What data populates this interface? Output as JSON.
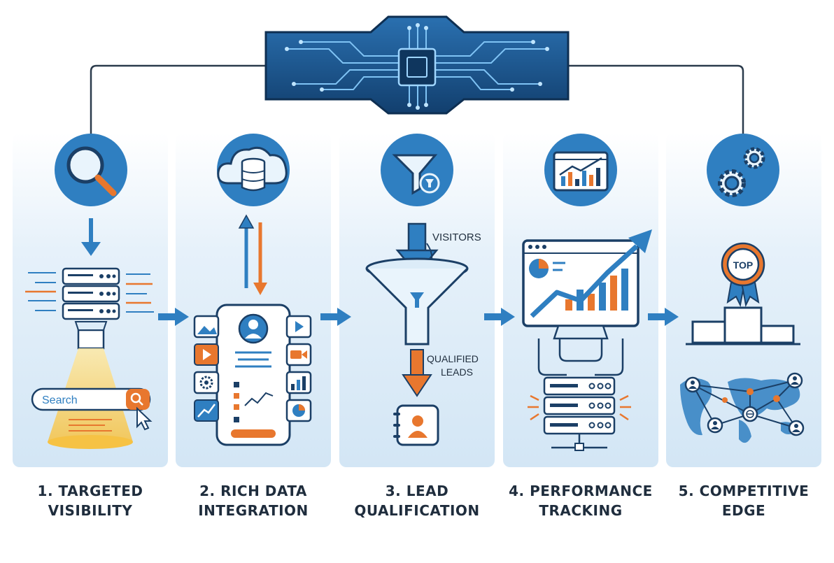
{
  "panels": [
    {
      "label_line1": "1. TARGETED",
      "label_line2": "VISIBILITY"
    },
    {
      "label_line1": "2. RICH DATA",
      "label_line2": "INTEGRATION"
    },
    {
      "label_line1": "3. LEAD",
      "label_line2": "QUALIFICATION"
    },
    {
      "label_line1": "4. PERFORMANCE",
      "label_line2": "TRACKING"
    },
    {
      "label_line1": "5. COMPETITIVE",
      "label_line2": "EDGE"
    }
  ],
  "search_placeholder": "Search",
  "funnel_top_label": "VISITORS",
  "funnel_bottom_line1": "QUALIFIED",
  "funnel_bottom_line2": "LEADS",
  "badge_text": "TOP",
  "colors": {
    "navy": "#1b3f66",
    "blue": "#2f7fc1",
    "light_blue": "#dcecf8",
    "orange": "#e8772e",
    "yellow": "#f6c244",
    "chip_bg": "#1d5a93"
  },
  "icons": [
    "magnifier-icon",
    "cloud-database-icon",
    "funnel-filter-icon",
    "dashboard-chart-icon",
    "gears-icon",
    "chip-icon"
  ]
}
